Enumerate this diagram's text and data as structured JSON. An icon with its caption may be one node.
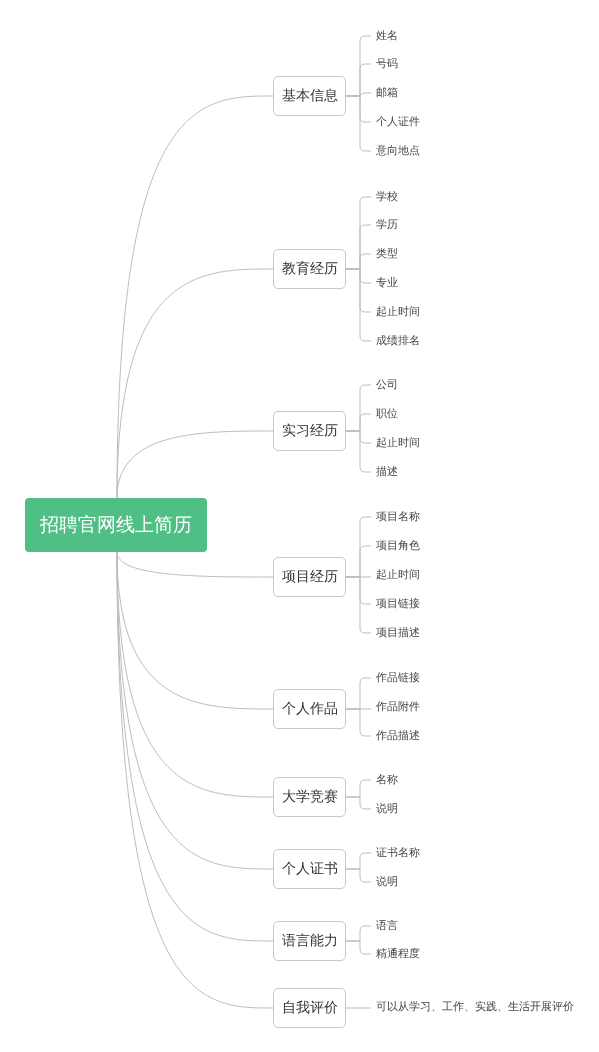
{
  "diagram": {
    "nodes": [
      {
        "text": [
          "招聘官网线上简历"
        ]
      },
      {
        "text": [
          "基本信息"
        ]
      },
      {
        "text": [
          "姓名"
        ]
      },
      {
        "text": [
          "号码"
        ]
      },
      {
        "text": [
          "邮箱"
        ]
      },
      {
        "text": [
          "个人证件"
        ]
      },
      {
        "text": [
          "意向地点"
        ]
      },
      {
        "text": [
          "教育经历"
        ]
      },
      {
        "text": [
          "学校"
        ]
      },
      {
        "text": [
          "学历"
        ]
      },
      {
        "text": [
          "类型"
        ]
      },
      {
        "text": [
          "专业"
        ]
      },
      {
        "text": [
          "起止时间"
        ]
      },
      {
        "text": [
          "成绩排名"
        ]
      },
      {
        "text": [
          "实习经历"
        ]
      },
      {
        "text": [
          "公司"
        ]
      },
      {
        "text": [
          "职位"
        ]
      },
      {
        "text": [
          "起止时间"
        ]
      },
      {
        "text": [
          "描述"
        ]
      },
      {
        "text": [
          "项目经历"
        ]
      },
      {
        "text": [
          "项目名称"
        ]
      },
      {
        "text": [
          "项目角色"
        ]
      },
      {
        "text": [
          "起止时间"
        ]
      },
      {
        "text": [
          "项目链接"
        ]
      },
      {
        "text": [
          "项目描述"
        ]
      },
      {
        "text": [
          "个人作品"
        ]
      },
      {
        "text": [
          "作品链接"
        ]
      },
      {
        "text": [
          "作品附件"
        ]
      },
      {
        "text": [
          "作品描述"
        ]
      },
      {
        "text": [
          "大学竞赛"
        ]
      },
      {
        "text": [
          "名称"
        ]
      },
      {
        "text": [
          "说明"
        ]
      },
      {
        "text": [
          "个人证书"
        ]
      },
      {
        "text": [
          "证书名称"
        ]
      },
      {
        "text": [
          "说明"
        ]
      },
      {
        "text": [
          "语言能力"
        ]
      },
      {
        "text": [
          "语言"
        ]
      },
      {
        "text": [
          "精通程度"
        ]
      },
      {
        "text": [
          "自我评价"
        ]
      },
      {
        "text": [
          "可以从学习、工作、实践、生活开展评价"
        ]
      }
    ],
    "edges": [
      {
        "from": 0,
        "to": 1,
        "arrow": "none"
      },
      {
        "from": 1,
        "to": 2,
        "arrow": "none"
      },
      {
        "from": 1,
        "to": 3,
        "arrow": "none"
      },
      {
        "from": 1,
        "to": 4,
        "arrow": "none"
      },
      {
        "from": 1,
        "to": 5,
        "arrow": "none"
      },
      {
        "from": 1,
        "to": 6,
        "arrow": "none"
      },
      {
        "from": 0,
        "to": 7,
        "arrow": "none"
      },
      {
        "from": 7,
        "to": 8,
        "arrow": "none"
      },
      {
        "from": 7,
        "to": 9,
        "arrow": "none"
      },
      {
        "from": 7,
        "to": 10,
        "arrow": "none"
      },
      {
        "from": 7,
        "to": 11,
        "arrow": "none"
      },
      {
        "from": 7,
        "to": 12,
        "arrow": "none"
      },
      {
        "from": 7,
        "to": 13,
        "arrow": "none"
      },
      {
        "from": 0,
        "to": 14,
        "arrow": "none"
      },
      {
        "from": 14,
        "to": 15,
        "arrow": "none"
      },
      {
        "from": 14,
        "to": 16,
        "arrow": "none"
      },
      {
        "from": 14,
        "to": 17,
        "arrow": "none"
      },
      {
        "from": 14,
        "to": 18,
        "arrow": "none"
      },
      {
        "from": 0,
        "to": 19,
        "arrow": "none"
      },
      {
        "from": 19,
        "to": 20,
        "arrow": "none"
      },
      {
        "from": 19,
        "to": 21,
        "arrow": "none"
      },
      {
        "from": 19,
        "to": 22,
        "arrow": "none"
      },
      {
        "from": 19,
        "to": 23,
        "arrow": "none"
      },
      {
        "from": 19,
        "to": 24,
        "arrow": "none"
      },
      {
        "from": 0,
        "to": 25,
        "arrow": "none"
      },
      {
        "from": 25,
        "to": 26,
        "arrow": "none"
      },
      {
        "from": 25,
        "to": 27,
        "arrow": "none"
      },
      {
        "from": 25,
        "to": 28,
        "arrow": "none"
      },
      {
        "from": 0,
        "to": 29,
        "arrow": "none"
      },
      {
        "from": 29,
        "to": 30,
        "arrow": "none"
      },
      {
        "from": 29,
        "to": 31,
        "arrow": "none"
      },
      {
        "from": 0,
        "to": 32,
        "arrow": "none"
      },
      {
        "from": 32,
        "to": 33,
        "arrow": "none"
      },
      {
        "from": 32,
        "to": 34,
        "arrow": "none"
      },
      {
        "from": 0,
        "to": 35,
        "arrow": "none"
      },
      {
        "from": 35,
        "to": 36,
        "arrow": "none"
      },
      {
        "from": 35,
        "to": 37,
        "arrow": "none"
      },
      {
        "from": 0,
        "to": 38,
        "arrow": "none"
      },
      {
        "from": 38,
        "to": 39,
        "arrow": "none"
      }
    ]
  }
}
